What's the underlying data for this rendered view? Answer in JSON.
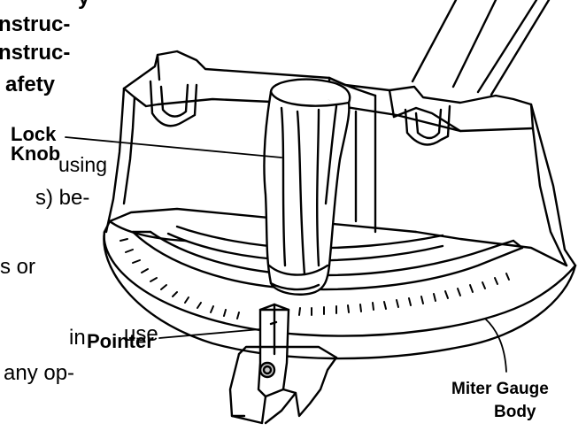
{
  "background_text": {
    "line1": "y",
    "line2": "nstruc-",
    "line3": "nstruc-",
    "line4": "afety",
    "line5": "using",
    "line6": "s)  be-",
    "line7": "s    or",
    "line8": "in",
    "line9": "use",
    "line10": "any    op-"
  },
  "labels": {
    "lock_knob_1": "Lock",
    "lock_knob_2": "Knob",
    "pointer": "Pointer",
    "miter_gauge_1": "Miter Gauge",
    "miter_gauge_2": "Body"
  },
  "colors": {
    "ink": "#000000",
    "paper": "#ffffff",
    "shade": "#c8c8c8"
  }
}
